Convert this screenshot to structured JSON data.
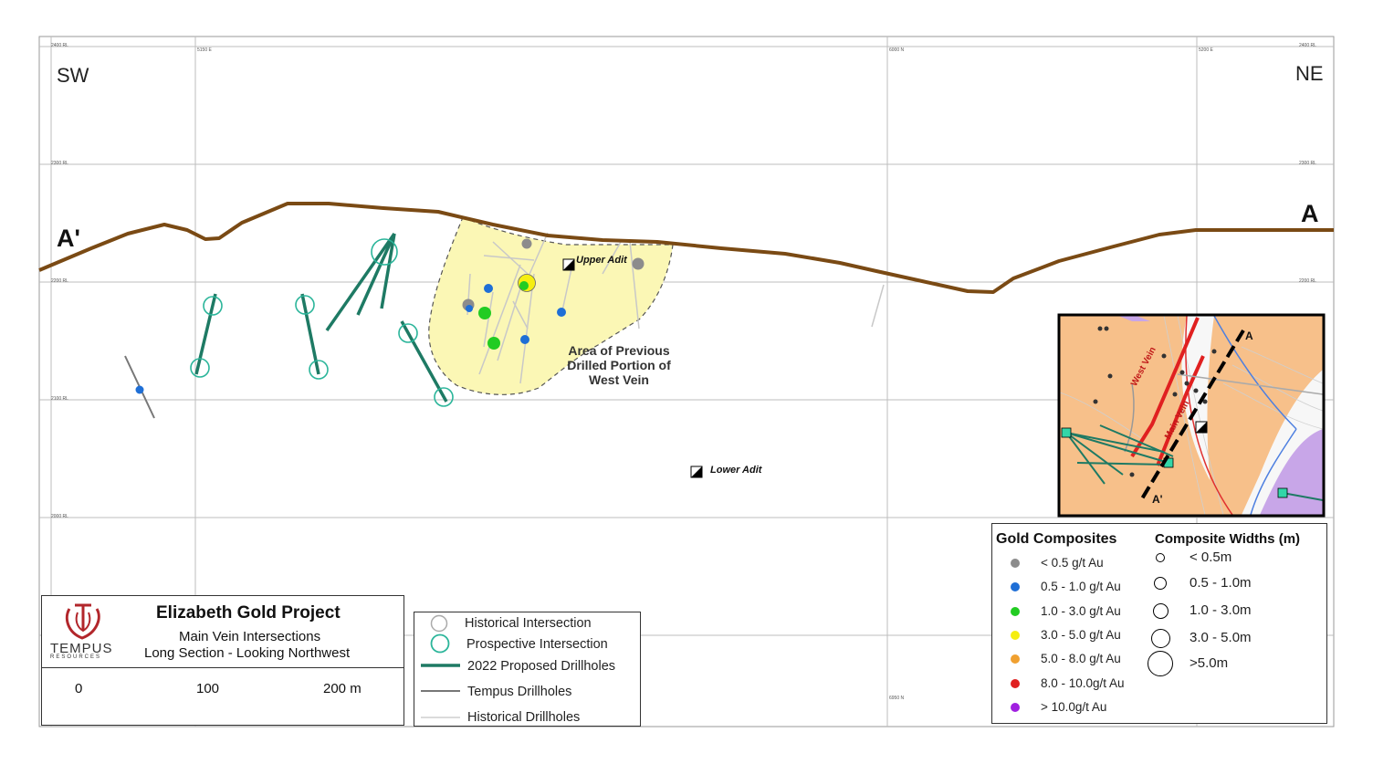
{
  "section": {
    "left_dir": "SW",
    "right_dir": "NE",
    "left_label": "A'",
    "right_label": "A",
    "grid_labels": [
      "2400 RL",
      "2300 RL",
      "2200 RL",
      "2100 RL",
      "2000 RL",
      "5150 E",
      "5200 E",
      "6000 N",
      "6950 N"
    ]
  },
  "map_labels": {
    "upper_adit": "Upper Adit",
    "lower_adit": "Lower Adit",
    "area_line1": "Area of Previous",
    "area_line2": "Drilled Portion of",
    "area_line3": "West Vein"
  },
  "inset": {
    "west_vein": "West Vein",
    "main_vein": "Main Vein",
    "a_label": "A",
    "a_prime_label": "A'"
  },
  "title_block": {
    "company": "TEMPUS",
    "company_sub": "RESOURCES",
    "project": "Elizabeth Gold Project",
    "line2": "Main Vein Intersections",
    "line3": "Long Section - Looking Northwest",
    "scale_labels": [
      "0",
      "100",
      "200 m"
    ]
  },
  "line_legend": [
    {
      "label": "Historical Intersection"
    },
    {
      "label": "Prospective Intersection"
    },
    {
      "label": "2022 Proposed Drillholes"
    },
    {
      "label": "Tempus Drillholes"
    },
    {
      "label": "Historical Drillholes"
    }
  ],
  "gold_legend": {
    "title": "Gold Composites",
    "items": [
      {
        "label": "< 0.5 g/t Au",
        "color": "#8c8c8c"
      },
      {
        "label": "0.5 - 1.0 g/t Au",
        "color": "#1f6fd6"
      },
      {
        "label": "1.0 - 3.0 g/t Au",
        "color": "#22cc22"
      },
      {
        "label": "3.0 - 5.0 g/t Au",
        "color": "#f5ee10"
      },
      {
        "label": "5.0 - 8.0 g/t Au",
        "color": "#f0a030"
      },
      {
        "label": "8.0 - 10.0g/t Au",
        "color": "#e02020"
      },
      {
        "label": "> 10.0g/t Au",
        "color": "#a020e0"
      }
    ]
  },
  "width_legend": {
    "title": "Composite Widths (m)",
    "items": [
      {
        "label": "< 0.5m"
      },
      {
        "label": "0.5 - 1.0m"
      },
      {
        "label": "1.0 - 3.0m"
      },
      {
        "label": "3.0 - 5.0m"
      },
      {
        "label": ">5.0m"
      }
    ]
  },
  "colors": {
    "topography": "#7a4a14",
    "proposed": "#1e7a64",
    "prospective": "#2bb59a",
    "area_fill": "#fbf7b5"
  }
}
